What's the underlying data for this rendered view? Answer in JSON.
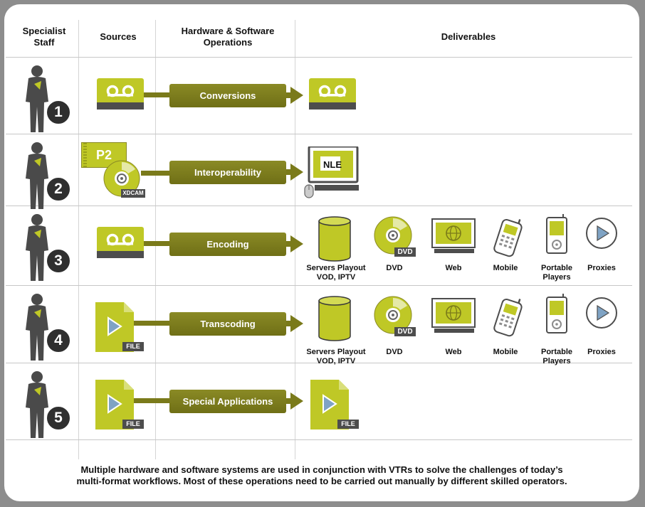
{
  "headers": {
    "staff": "Specialist Staff",
    "sources": "Sources",
    "operations": "Hardware & Software Operations",
    "deliverables": "Deliverables"
  },
  "rows": [
    {
      "number": "1",
      "operation": "Conversions"
    },
    {
      "number": "2",
      "operation": "Interoperability"
    },
    {
      "number": "3",
      "operation": "Encoding"
    },
    {
      "number": "4",
      "operation": "Transcoding"
    },
    {
      "number": "5",
      "operation": "Special Applications"
    }
  ],
  "icon_text": {
    "p2": "P2",
    "xdcam": "XDCAM",
    "nle": "NLE",
    "dvd": "DVD",
    "file": "FILE"
  },
  "deliverable_labels": {
    "servers_line1": "Servers Playout",
    "servers_line2": "VOD, IPTV",
    "dvd": "DVD",
    "web": "Web",
    "mobile": "Mobile",
    "portable_line1": "Portable",
    "portable_line2": "Players",
    "proxies": "Proxies"
  },
  "caption_line1": "Multiple hardware and software systems are used in conjunction with VTRs to solve the challenges of today’s",
  "caption_line2": "multi-format workflows. Most of these operations need to be carried out manually by different skilled operators.",
  "colors": {
    "accent": "#bfc826",
    "olive": "#7a7a1a",
    "frame": "#8d8d8d"
  }
}
